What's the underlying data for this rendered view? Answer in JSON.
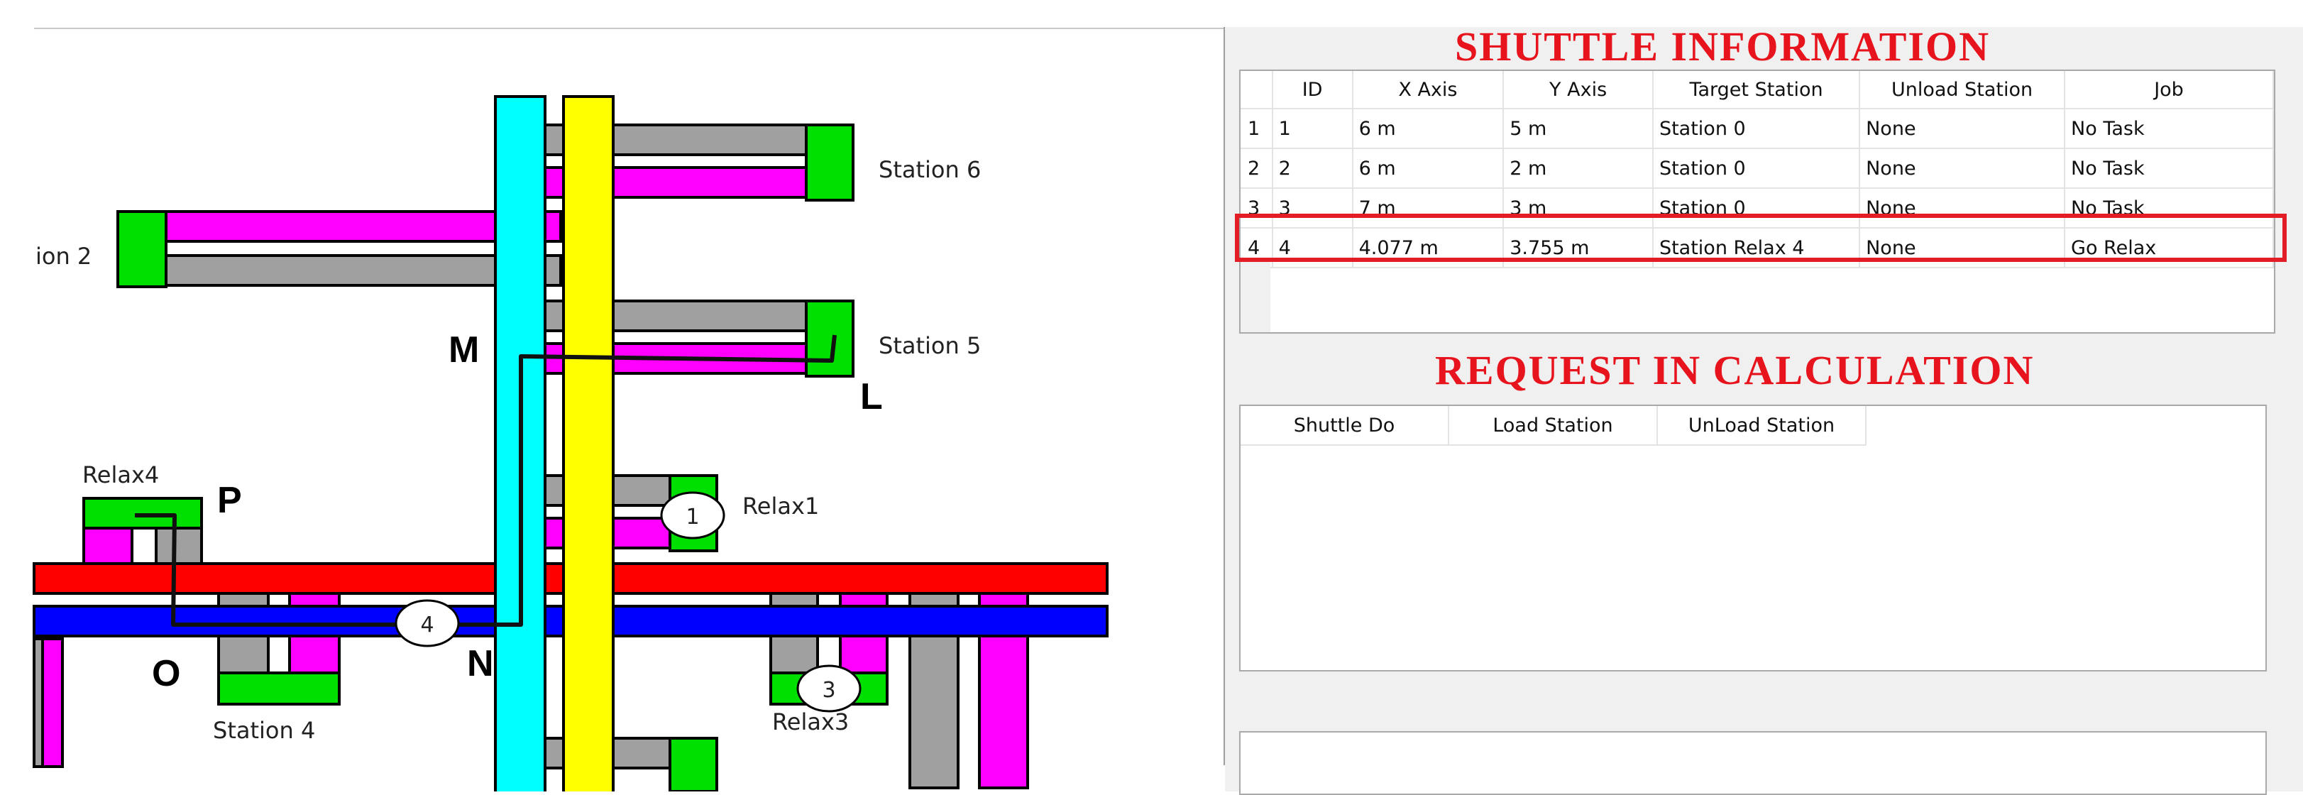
{
  "map": {
    "stations": {
      "station6": "Station 6",
      "station2": "ion 2",
      "station5": "Station 5",
      "station4": "Station 4",
      "relax1": "Relax1",
      "relax3": "Relax3",
      "relax4": "Relax4"
    },
    "points": {
      "M": "M",
      "L": "L",
      "P": "P",
      "O": "O",
      "N": "N"
    },
    "shuttles": [
      {
        "id": "1"
      },
      {
        "id": "3"
      },
      {
        "id": "4"
      }
    ],
    "colors": {
      "vertical_lane_cyan": "#00ffff",
      "vertical_lane_yellow": "#ffff00",
      "horizontal_lane_red": "#ff0000",
      "horizontal_lane_blue": "#0000ff",
      "branch_magenta": "#ff00ff",
      "branch_gray": "#a0a0a0",
      "station_green": "#00e000"
    }
  },
  "shuttle_info": {
    "title": "SHUTTLE INFORMATION",
    "columns": [
      "ID",
      "X Axis",
      "Y Axis",
      "Target Station",
      "Unload Station",
      "Job"
    ],
    "rows": [
      {
        "row": "1",
        "cells": [
          "1",
          "6 m",
          "5 m",
          "Station 0",
          "None",
          "No Task"
        ]
      },
      {
        "row": "2",
        "cells": [
          "2",
          "6 m",
          "2 m",
          "Station 0",
          "None",
          "No Task"
        ]
      },
      {
        "row": "3",
        "cells": [
          "3",
          "7 m",
          "3 m",
          "Station 0",
          "None",
          "No Task"
        ]
      },
      {
        "row": "4",
        "cells": [
          "4",
          "4.077 m",
          "3.755 m",
          "Station Relax 4",
          "None",
          "Go Relax"
        ]
      }
    ],
    "highlight_color": "#e21d25"
  },
  "request": {
    "title": "REQUEST IN CALCULATION",
    "columns": [
      "Shuttle Do",
      "Load Station",
      "UnLoad Station"
    ]
  }
}
